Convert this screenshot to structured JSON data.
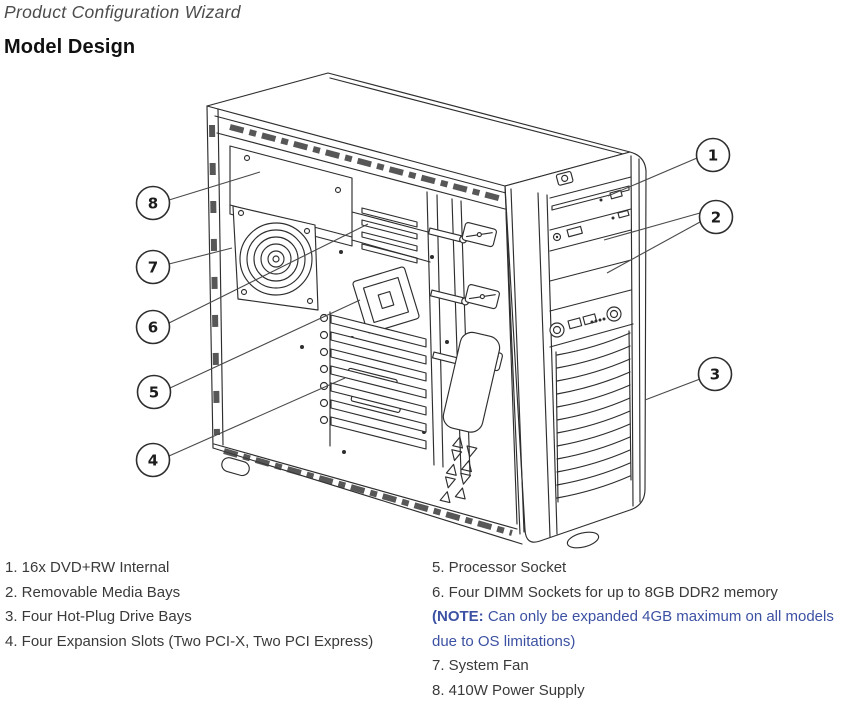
{
  "header": {
    "title": "Product Configuration Wizard",
    "subtitle": "Model Design"
  },
  "diagram": {
    "description": "Open-side isometric line drawing of a tower server chassis with numbered callouts",
    "callouts": [
      {
        "n": "1"
      },
      {
        "n": "2"
      },
      {
        "n": "3"
      },
      {
        "n": "4"
      },
      {
        "n": "5"
      },
      {
        "n": "6"
      },
      {
        "n": "7"
      },
      {
        "n": "8"
      }
    ]
  },
  "legend": {
    "left": [
      "1. 16x DVD+RW Internal",
      "2. Removable Media Bays",
      "3. Four Hot-Plug Drive Bays",
      "4. Four Expansion Slots (Two PCI-X, Two PCI Express)"
    ],
    "right": [
      "5. Processor Socket",
      "6. Four DIMM Sockets for up to 8GB DDR2 memory",
      "7. System Fan",
      "8. 410W Power Supply"
    ],
    "note_prefix": "(NOTE:",
    "note_text": " Can only be expanded 4GB maximum on all models due to OS limitations)"
  },
  "colors": {
    "note_blue": "#3c51a3",
    "title_gray": "#4c4c4c",
    "body_text": "#3a3a3a",
    "line_art": "#2e2e2e"
  }
}
